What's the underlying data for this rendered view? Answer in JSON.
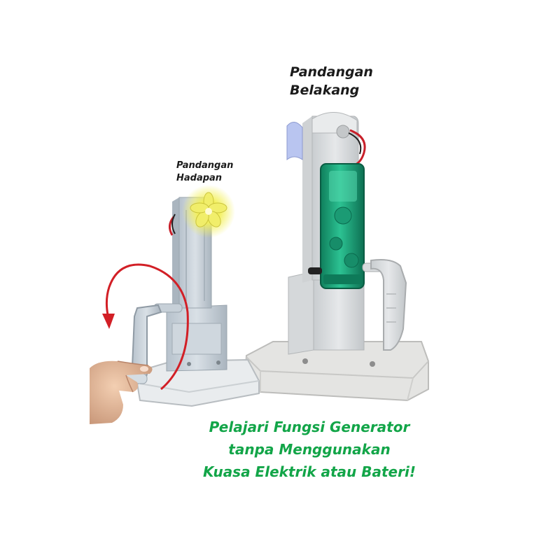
{
  "labels": {
    "back_view_line1": "Pandangan",
    "back_view_line2": "Belakang",
    "front_view_line1": "Pandangan",
    "front_view_line2": "Hadapan"
  },
  "headline": {
    "line1": "Pelajari Fungsi  Generator",
    "line2": "tanpa Menggunakan",
    "line3": "Kuasa Elektrik atau Bateri!"
  },
  "colors": {
    "headline": "#12a548",
    "arrow": "#d21f26",
    "plastic": "#dcdfe1",
    "motor_housing": "#1fa77e",
    "led_glow": "#f3f05a",
    "background": "#ffffff"
  },
  "icons": {
    "rotation_arrow": "curved-arrow-icon"
  }
}
